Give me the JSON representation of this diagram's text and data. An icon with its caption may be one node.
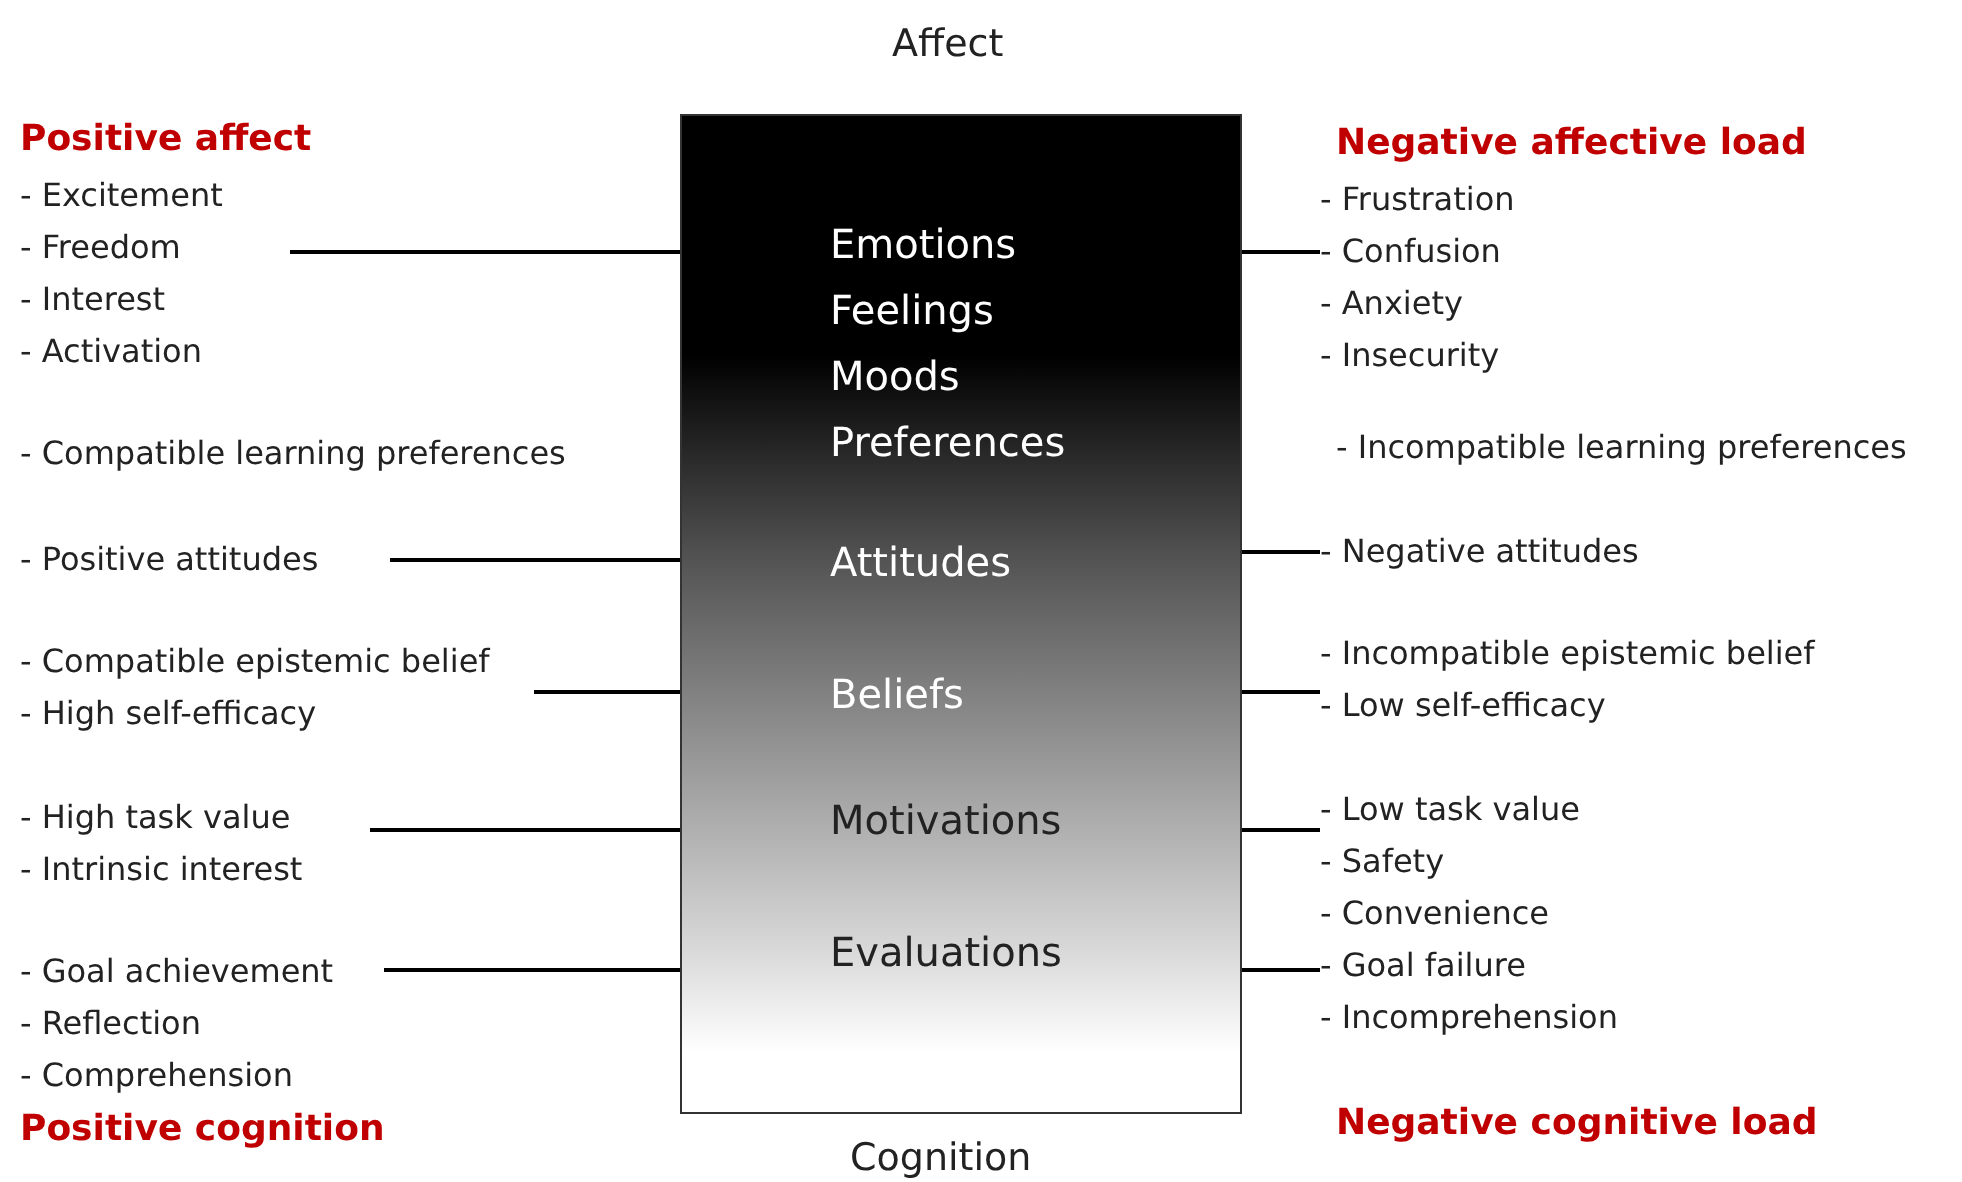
{
  "diagram": {
    "nodes": [
      {
        "text": [
          "Emotions",
          "Feelings",
          "Moods",
          "Preferences",
          "Attitudes",
          "Beliefs",
          "Motivations",
          "Evaluations"
        ]
      },
      {
        "text": [
          "- Excitement",
          "- Freedom",
          "- Interest",
          "- Activation"
        ]
      },
      {
        "text": [
          "- Positive attitudes"
        ]
      },
      {
        "text": [
          "- Compatible epistemic belief",
          "- High self-efficacy"
        ]
      },
      {
        "text": [
          "- High task value",
          "- Intrinsic interest"
        ]
      },
      {
        "text": [
          "- Goal achievement",
          "- Reflection",
          "- Comprehension"
        ]
      },
      {
        "text": [
          "- Frustration",
          "- Confusion",
          "- Anxiety",
          "- Insecurity"
        ]
      },
      {
        "text": [
          "- Negative attitudes"
        ]
      },
      {
        "text": [
          "- Incompatible epistemic belief",
          "- Low self-efficacy"
        ]
      },
      {
        "text": [
          "- Low task value",
          "- Safety",
          "- Convenience"
        ]
      },
      {
        "text": [
          "- Goal failure",
          "- Incomprehension"
        ]
      }
    ],
    "edges": [
      {
        "from": 1,
        "to": 0,
        "arrow": "none"
      },
      {
        "from": 2,
        "to": 0,
        "arrow": "none"
      },
      {
        "from": 3,
        "to": 0,
        "arrow": "none"
      },
      {
        "from": 4,
        "to": 0,
        "arrow": "none"
      },
      {
        "from": 5,
        "to": 0,
        "arrow": "none"
      },
      {
        "from": 6,
        "to": 0,
        "arrow": "none"
      },
      {
        "from": 7,
        "to": 0,
        "arrow": "none"
      },
      {
        "from": 8,
        "to": 0,
        "arrow": "none"
      },
      {
        "from": 9,
        "to": 0,
        "arrow": "none"
      },
      {
        "from": 10,
        "to": 0,
        "arrow": "none"
      }
    ],
    "labels": [
      "Affect",
      "Positive affect",
      "Negative affective load",
      "- Compatible learning preferences",
      "- Incompatible learning preferences",
      "Positive cognition",
      "Negative cognitive load",
      "Cognition"
    ]
  }
}
